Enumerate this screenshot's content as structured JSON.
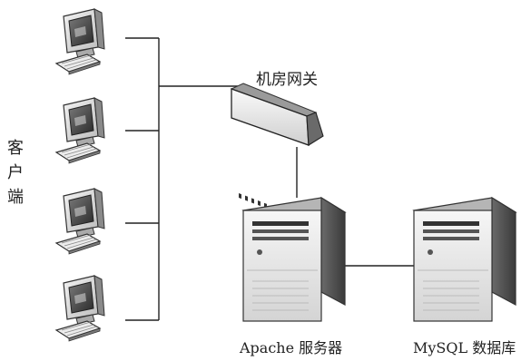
{
  "diagram": {
    "client_group_label": "客户端",
    "gateway_label": "机房网关",
    "apache_label": "Apache 服务器",
    "mysql_label": "MySQL 数据库",
    "clients": [
      {
        "id": "client-1"
      },
      {
        "id": "client-2"
      },
      {
        "id": "client-3"
      },
      {
        "id": "client-4"
      }
    ],
    "icons": {
      "client": "desktop-computer-icon",
      "gateway": "network-switch-icon",
      "server": "tower-server-icon"
    }
  }
}
